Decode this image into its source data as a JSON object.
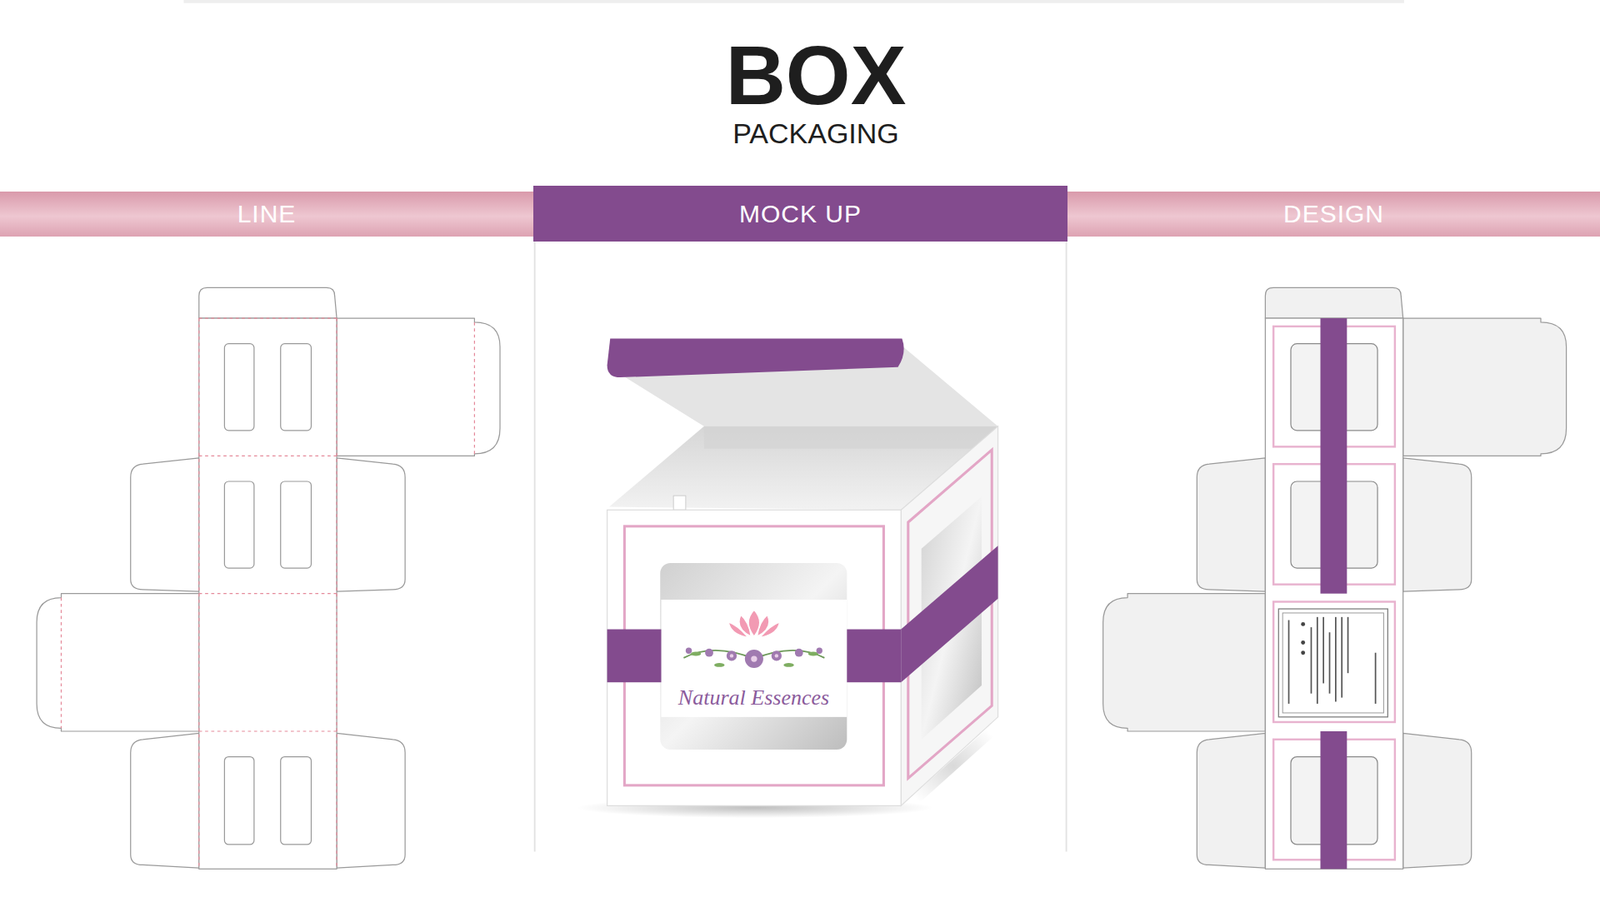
{
  "diagram": {
    "title": "BOX",
    "nodes": [
      {
        "text": [
          "LINE"
        ]
      },
      {
        "text": [
          "MOCK UP"
        ]
      },
      {
        "text": [
          "DESIGN"
        ]
      },
      {
        "text": [
          "Natural Essences"
        ]
      }
    ],
    "labels": [
      "PACKAGING"
    ]
  }
}
